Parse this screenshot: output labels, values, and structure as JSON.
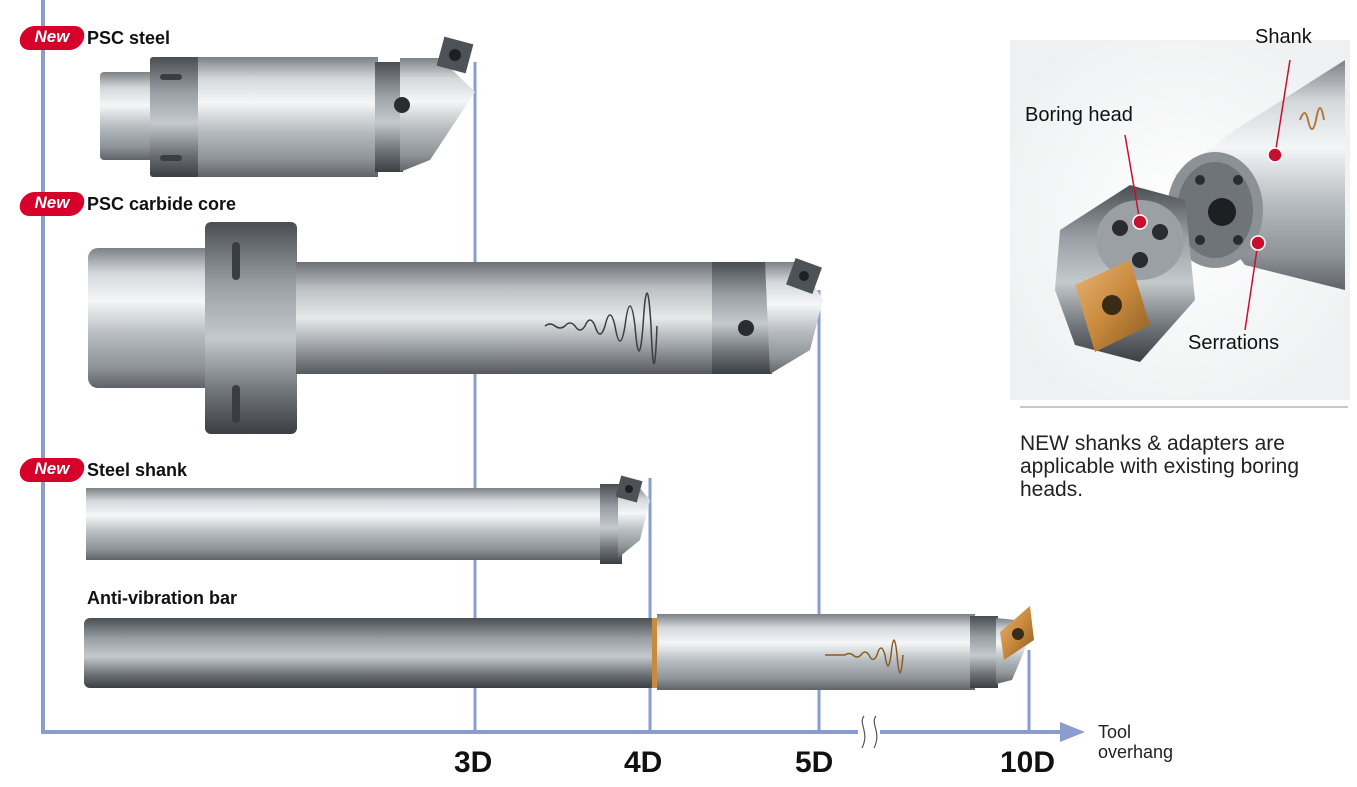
{
  "colors": {
    "axis": "#8b9dd0",
    "new_badge": "#d7002a",
    "callout_dot": "#c8102e",
    "insert_gold": "#c98a3c"
  },
  "tools": [
    {
      "badge": "New",
      "label": "PSC steel",
      "overhang": "3D"
    },
    {
      "badge": "New",
      "label": "PSC carbide core",
      "overhang": "5D"
    },
    {
      "badge": "New",
      "label": "Steel shank",
      "overhang": "4D"
    },
    {
      "badge": "",
      "label": "Anti-vibration bar",
      "overhang": "10D"
    }
  ],
  "axis": {
    "ticks": [
      "3D",
      "4D",
      "5D",
      "10D"
    ],
    "caption_line1": "Tool",
    "caption_line2": "overhang"
  },
  "detail": {
    "callouts": {
      "shank": "Shank",
      "boring_head": "Boring head",
      "serrations": "Serrations"
    },
    "note": "NEW shanks & adapters are applicable with existing boring heads."
  },
  "icons": [
    "axis-arrow-icon",
    "axis-break-icon",
    "vibration-wave-icon",
    "insert-icon",
    "callout-dot-icon"
  ]
}
